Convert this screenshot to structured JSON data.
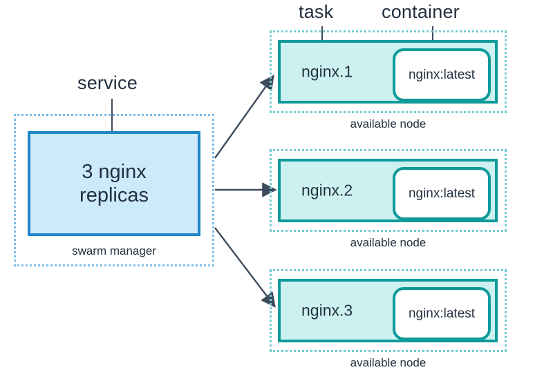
{
  "diagram": {
    "title_labels": {
      "service": "service",
      "task": "task",
      "container": "container"
    },
    "colors": {
      "service_fill": "#cdeafb",
      "service_border": "#1e87c8",
      "service_dashed_border": "#7cbbe8",
      "node_fill": "#cdf1f0",
      "node_border": "#0f9a9a",
      "node_dashed_border": "#72cdd0",
      "container_fill": "#ffffff",
      "text": "#23303f",
      "arrow": "#3d4c5c",
      "background": "#ffffff"
    },
    "manager": {
      "box_text_line1": "3 nginx",
      "box_text_line2": "replicas",
      "caption": "swarm manager"
    },
    "nodes": [
      {
        "task": "nginx.1",
        "container": "nginx:latest",
        "caption": "available node"
      },
      {
        "task": "nginx.2",
        "container": "nginx:latest",
        "caption": "available node"
      },
      {
        "task": "nginx.3",
        "container": "nginx:latest",
        "caption": "available node"
      }
    ]
  }
}
